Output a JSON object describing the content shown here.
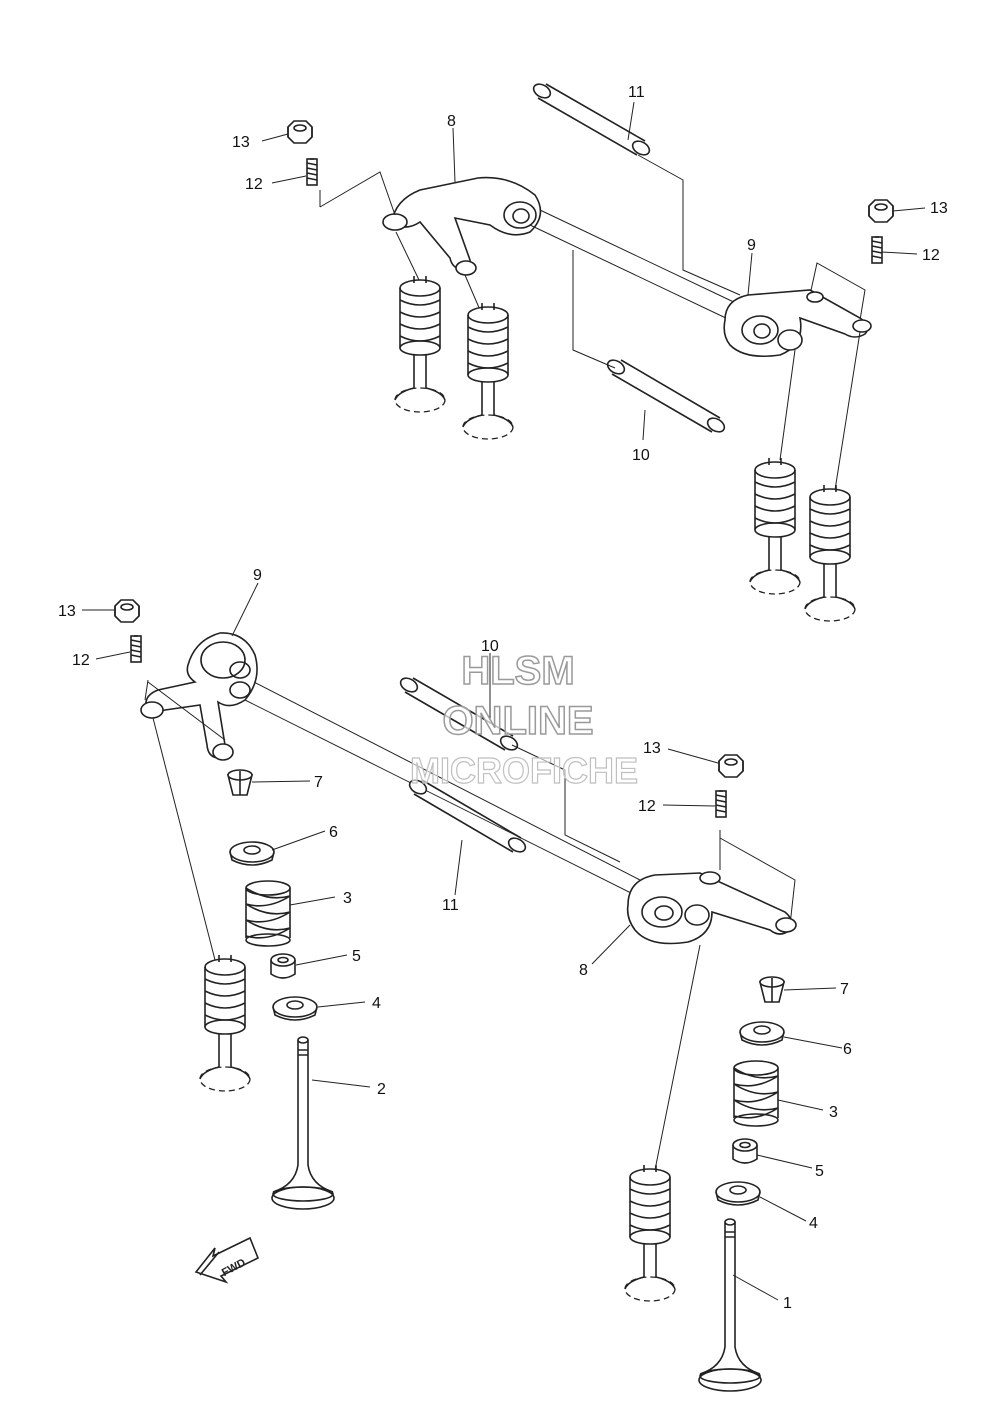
{
  "watermark": {
    "line1": "HLSM",
    "line2": "ONLINE",
    "line3": "MICROFICHE"
  },
  "fwd_label": "FWD",
  "callouts": {
    "c1": "1",
    "c2": "2",
    "c3a": "3",
    "c3b": "3",
    "c4a": "4",
    "c4b": "4",
    "c5a": "5",
    "c5b": "5",
    "c6a": "6",
    "c6b": "6",
    "c7a": "7",
    "c7b": "7",
    "c8a": "8",
    "c8b": "8",
    "c9a": "9",
    "c9b": "9",
    "c10a": "10",
    "c10b": "10",
    "c11a": "11",
    "c11b": "11",
    "c12a": "12",
    "c12b": "12",
    "c12c": "12",
    "c13a": "13",
    "c13b": "13",
    "c13c": "13"
  },
  "colors": {
    "ink": "#222222",
    "watermark": "#b0b0b0",
    "background": "#ffffff"
  }
}
